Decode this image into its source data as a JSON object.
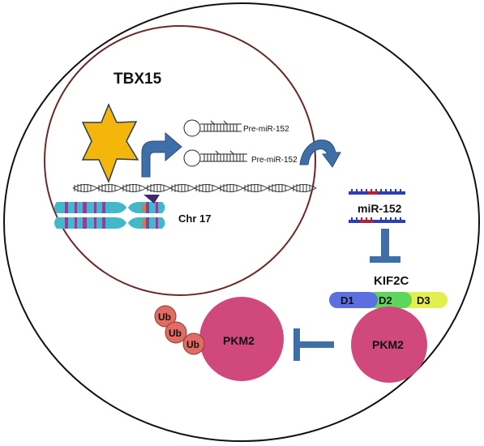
{
  "labels": {
    "tbx15": "TBX15",
    "pre_mir_1": "Pre-miR-152",
    "pre_mir_2": "Pre-miR-152",
    "chromosome": "Chr 17",
    "mir152": "miR-152",
    "kif2c": "KIF2C",
    "d1": "D1",
    "d2": "D2",
    "d3": "D3",
    "pkm2_bound": "PKM2",
    "pkm2_ub": "PKM2",
    "ub1": "Ub",
    "ub2": "Ub",
    "ub3": "Ub"
  },
  "colors": {
    "cell_outline": "#111111",
    "nucleus_outline": "#6b2a2a",
    "tbx15_star": "#f5b60c",
    "arrow_blue": "#3f6fa8",
    "pkm2": "#d1487c",
    "ub": "#e06c63",
    "d1": "#5b6fe0",
    "d2": "#5ed65e",
    "d3": "#e2ef4c",
    "mirna_strand": "#2c3fb4",
    "mirna_seed": "#b0233b",
    "chromosome_teal": "#43b8c9",
    "chromosome_magenta": "#8d3ea0"
  }
}
